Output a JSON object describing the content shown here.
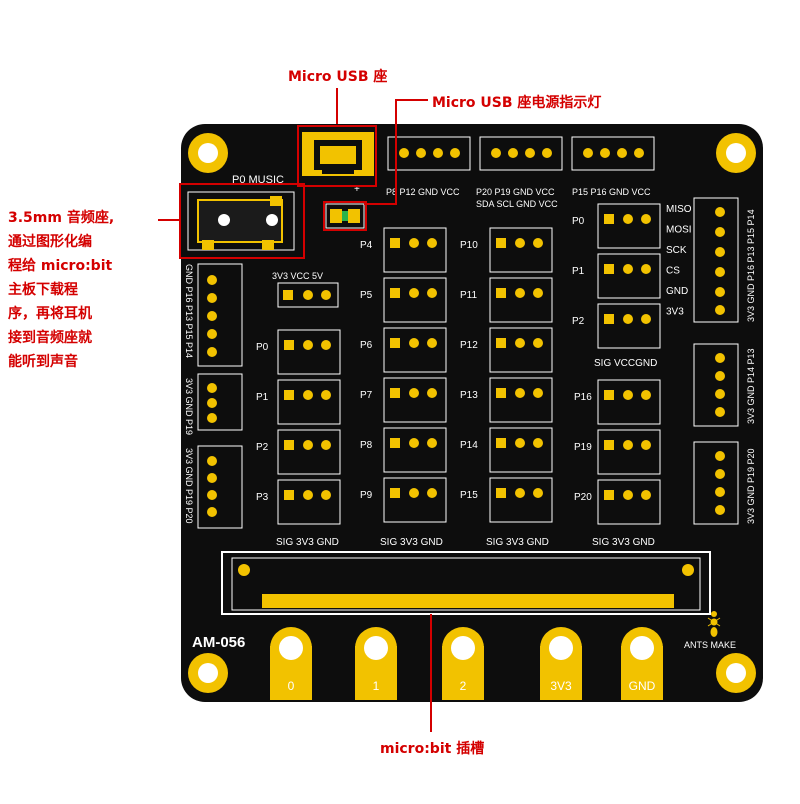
{
  "callouts": {
    "usb": "Micro USB 座",
    "usb_led": "Micro USB 座电源指示灯",
    "audio_lines": [
      "3.5mm 音频座,",
      "通过图形化编",
      "程给 micro:bit",
      "主板下载程",
      "序，再将耳机",
      "接到音频座就",
      "能听到声音"
    ],
    "slot": "micro:bit 插槽"
  },
  "board": {
    "model": "AM-056",
    "brand": "ANTS MAKE",
    "music_label": "P0 MUSIC",
    "plus_sign": "+",
    "top_headers": {
      "h1_label": "P8 P12 GND VCC",
      "h2_label1": "P20 P19 GND VCC",
      "h2_label2": "SDA SCL GND VCC",
      "h3_label": "P15 P16 GND VCC"
    },
    "power_row": "3V3 VCC 5V",
    "left_vertical_1": "GND P16 P13 P15 P14",
    "left_vertical_2": "3V3 GND P19",
    "left_vertical_3": "3V3 GND P19 P20",
    "col1_pins": [
      "P0",
      "P1",
      "P2",
      "P3"
    ],
    "col2_pins": [
      "P4",
      "P5",
      "P6",
      "P7",
      "P8",
      "P9"
    ],
    "col3_pins": [
      "P10",
      "P11",
      "P12",
      "P13",
      "P14",
      "P15"
    ],
    "col4_top_pins": [
      "P0",
      "P1",
      "P2"
    ],
    "col4_bottom_pins": [
      "P16",
      "P19",
      "P20"
    ],
    "spi_labels": [
      "MISO",
      "MOSI",
      "SCK",
      "CS",
      "GND",
      "3V3"
    ],
    "sig_vcc_gnd": "SIG VCCGND",
    "sig_3v3_gnd": "SIG 3V3 GND",
    "right_vertical_1": "3V3 GND P16 P13 P15 P14",
    "right_vertical_2": "3V3 GND P14 P13",
    "right_vertical_3": "3V3 GND P19 P20",
    "edge_pads": [
      "0",
      "1",
      "2",
      "3V3",
      "GND"
    ]
  }
}
